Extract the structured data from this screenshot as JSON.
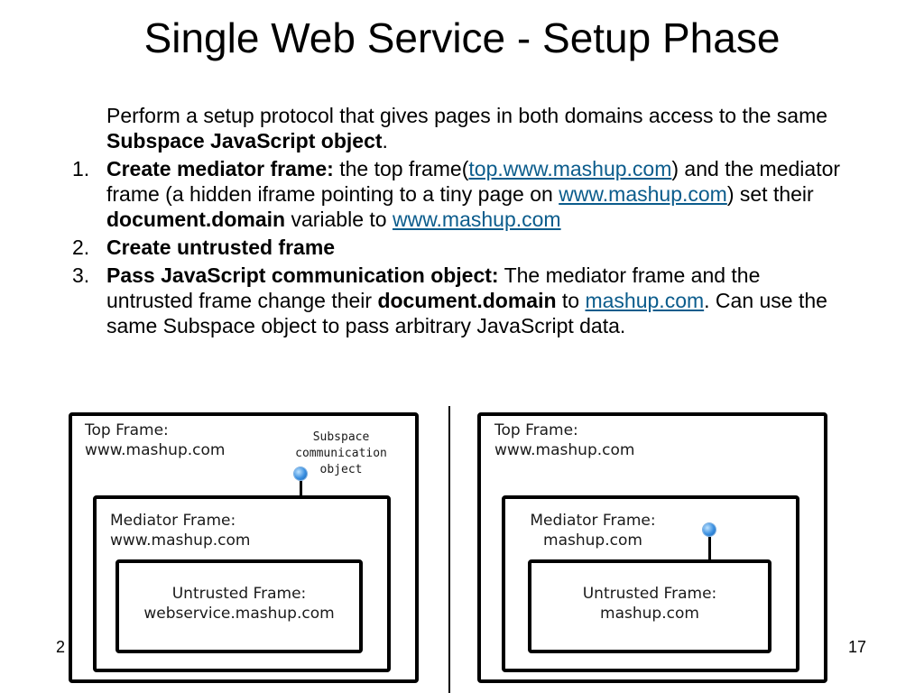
{
  "slide": {
    "title": "Single Web Service - Setup Phase",
    "intro": {
      "text": "Perform a setup protocol that gives pages in both domains access to the same ",
      "bold": "Subspace JavaScript object",
      "end": "."
    },
    "steps": [
      {
        "num": "1.",
        "bold": "Create mediator frame:",
        "t1": " the top frame(",
        "link1": "top.www.mashup.com",
        "t2": ") and the mediator frame (a hidden iframe pointing to a tiny page on ",
        "link2": "www.mashup.com",
        "t3": ") set their ",
        "bold2": "document.domain",
        "t4": " variable to ",
        "link3": "www.mashup.com"
      },
      {
        "num": "2.",
        "bold": "Create untrusted frame"
      },
      {
        "num": "3.",
        "bold": "Pass JavaScript communication object:",
        "t1": " The mediator frame and the untrusted frame change their ",
        "bold2": "document.domain",
        "t2": " to ",
        "link1": "mashup.com",
        "t3": ". Can use the same Subspace object to pass arbitrary JavaScript data."
      }
    ],
    "footer_left": "2",
    "page_number": "17"
  },
  "diagram": {
    "left": {
      "top_frame": "Top Frame:\nwww.mashup.com",
      "subspace_label": "Subspace\ncommunication\nobject",
      "mediator_frame": "Mediator Frame:\nwww.mashup.com",
      "untrusted_frame": "Untrusted Frame:\nwebservice.mashup.com"
    },
    "right": {
      "top_frame": "Top Frame:\nwww.mashup.com",
      "mediator_frame": "Mediator Frame:\nmashup.com",
      "untrusted_frame": "Untrusted Frame:\nmashup.com"
    },
    "colors": {
      "link": "#0b5c8c",
      "bullet": "#3a8fe0"
    }
  }
}
